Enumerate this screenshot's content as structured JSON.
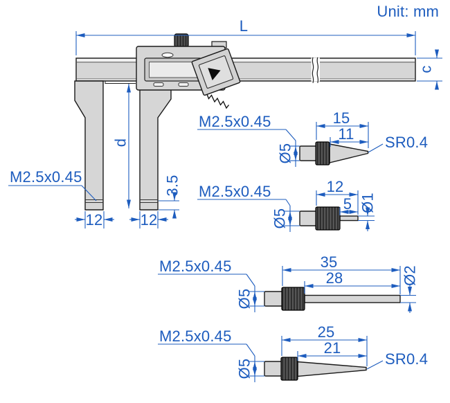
{
  "unit_label": "Unit: mm",
  "colors": {
    "dimension_blue": "#1d5cbe",
    "metal_gray": "#d6d6d6",
    "dark_outline": "#1a1a1a",
    "knurl_dark": "#4f4f4f"
  },
  "caliper": {
    "length_label": "L",
    "thickness_label": "c",
    "depth_label": "d",
    "thread_label": "M2.5x0.45",
    "tip_depth_label": "3.5",
    "left_jaw_width_label": "12",
    "right_jaw_width_label": "12"
  },
  "tips": [
    {
      "type": "cone-point",
      "thread": "M2.5x0.45",
      "shank_dia": "Ø5",
      "total_len": "15",
      "part_len": "11",
      "end_label": "SR0.4"
    },
    {
      "type": "pin-point",
      "thread": "M2.5x0.45",
      "shank_dia": "Ø5",
      "total_len": "12",
      "part_len": "5",
      "end_label": "Ø1"
    },
    {
      "type": "rod-point",
      "thread": "M2.5x0.45",
      "shank_dia": "Ø5",
      "total_len": "35",
      "part_len": "28",
      "end_label": "Ø2"
    },
    {
      "type": "long-cone-point",
      "thread": "M2.5x0.45",
      "shank_dia": "Ø5",
      "total_len": "25",
      "part_len": "21",
      "end_label": "SR0.4"
    }
  ]
}
